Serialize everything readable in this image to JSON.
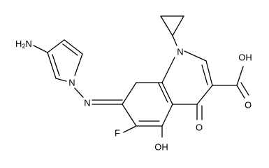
{
  "molecule": {
    "atom_labels": {
      "ring_n": "N",
      "imine_n": "N",
      "pyrrole_n": "N",
      "amine": "H",
      "amine_sub": "2",
      "amine_n": "N",
      "fluorine": "F",
      "hydroxyl": "OH",
      "ketone_o": "O",
      "acid_oh": "OH",
      "acid_o": "O"
    },
    "colors": {
      "bond": "#000000",
      "label": "#000000",
      "background": "#ffffff"
    }
  }
}
